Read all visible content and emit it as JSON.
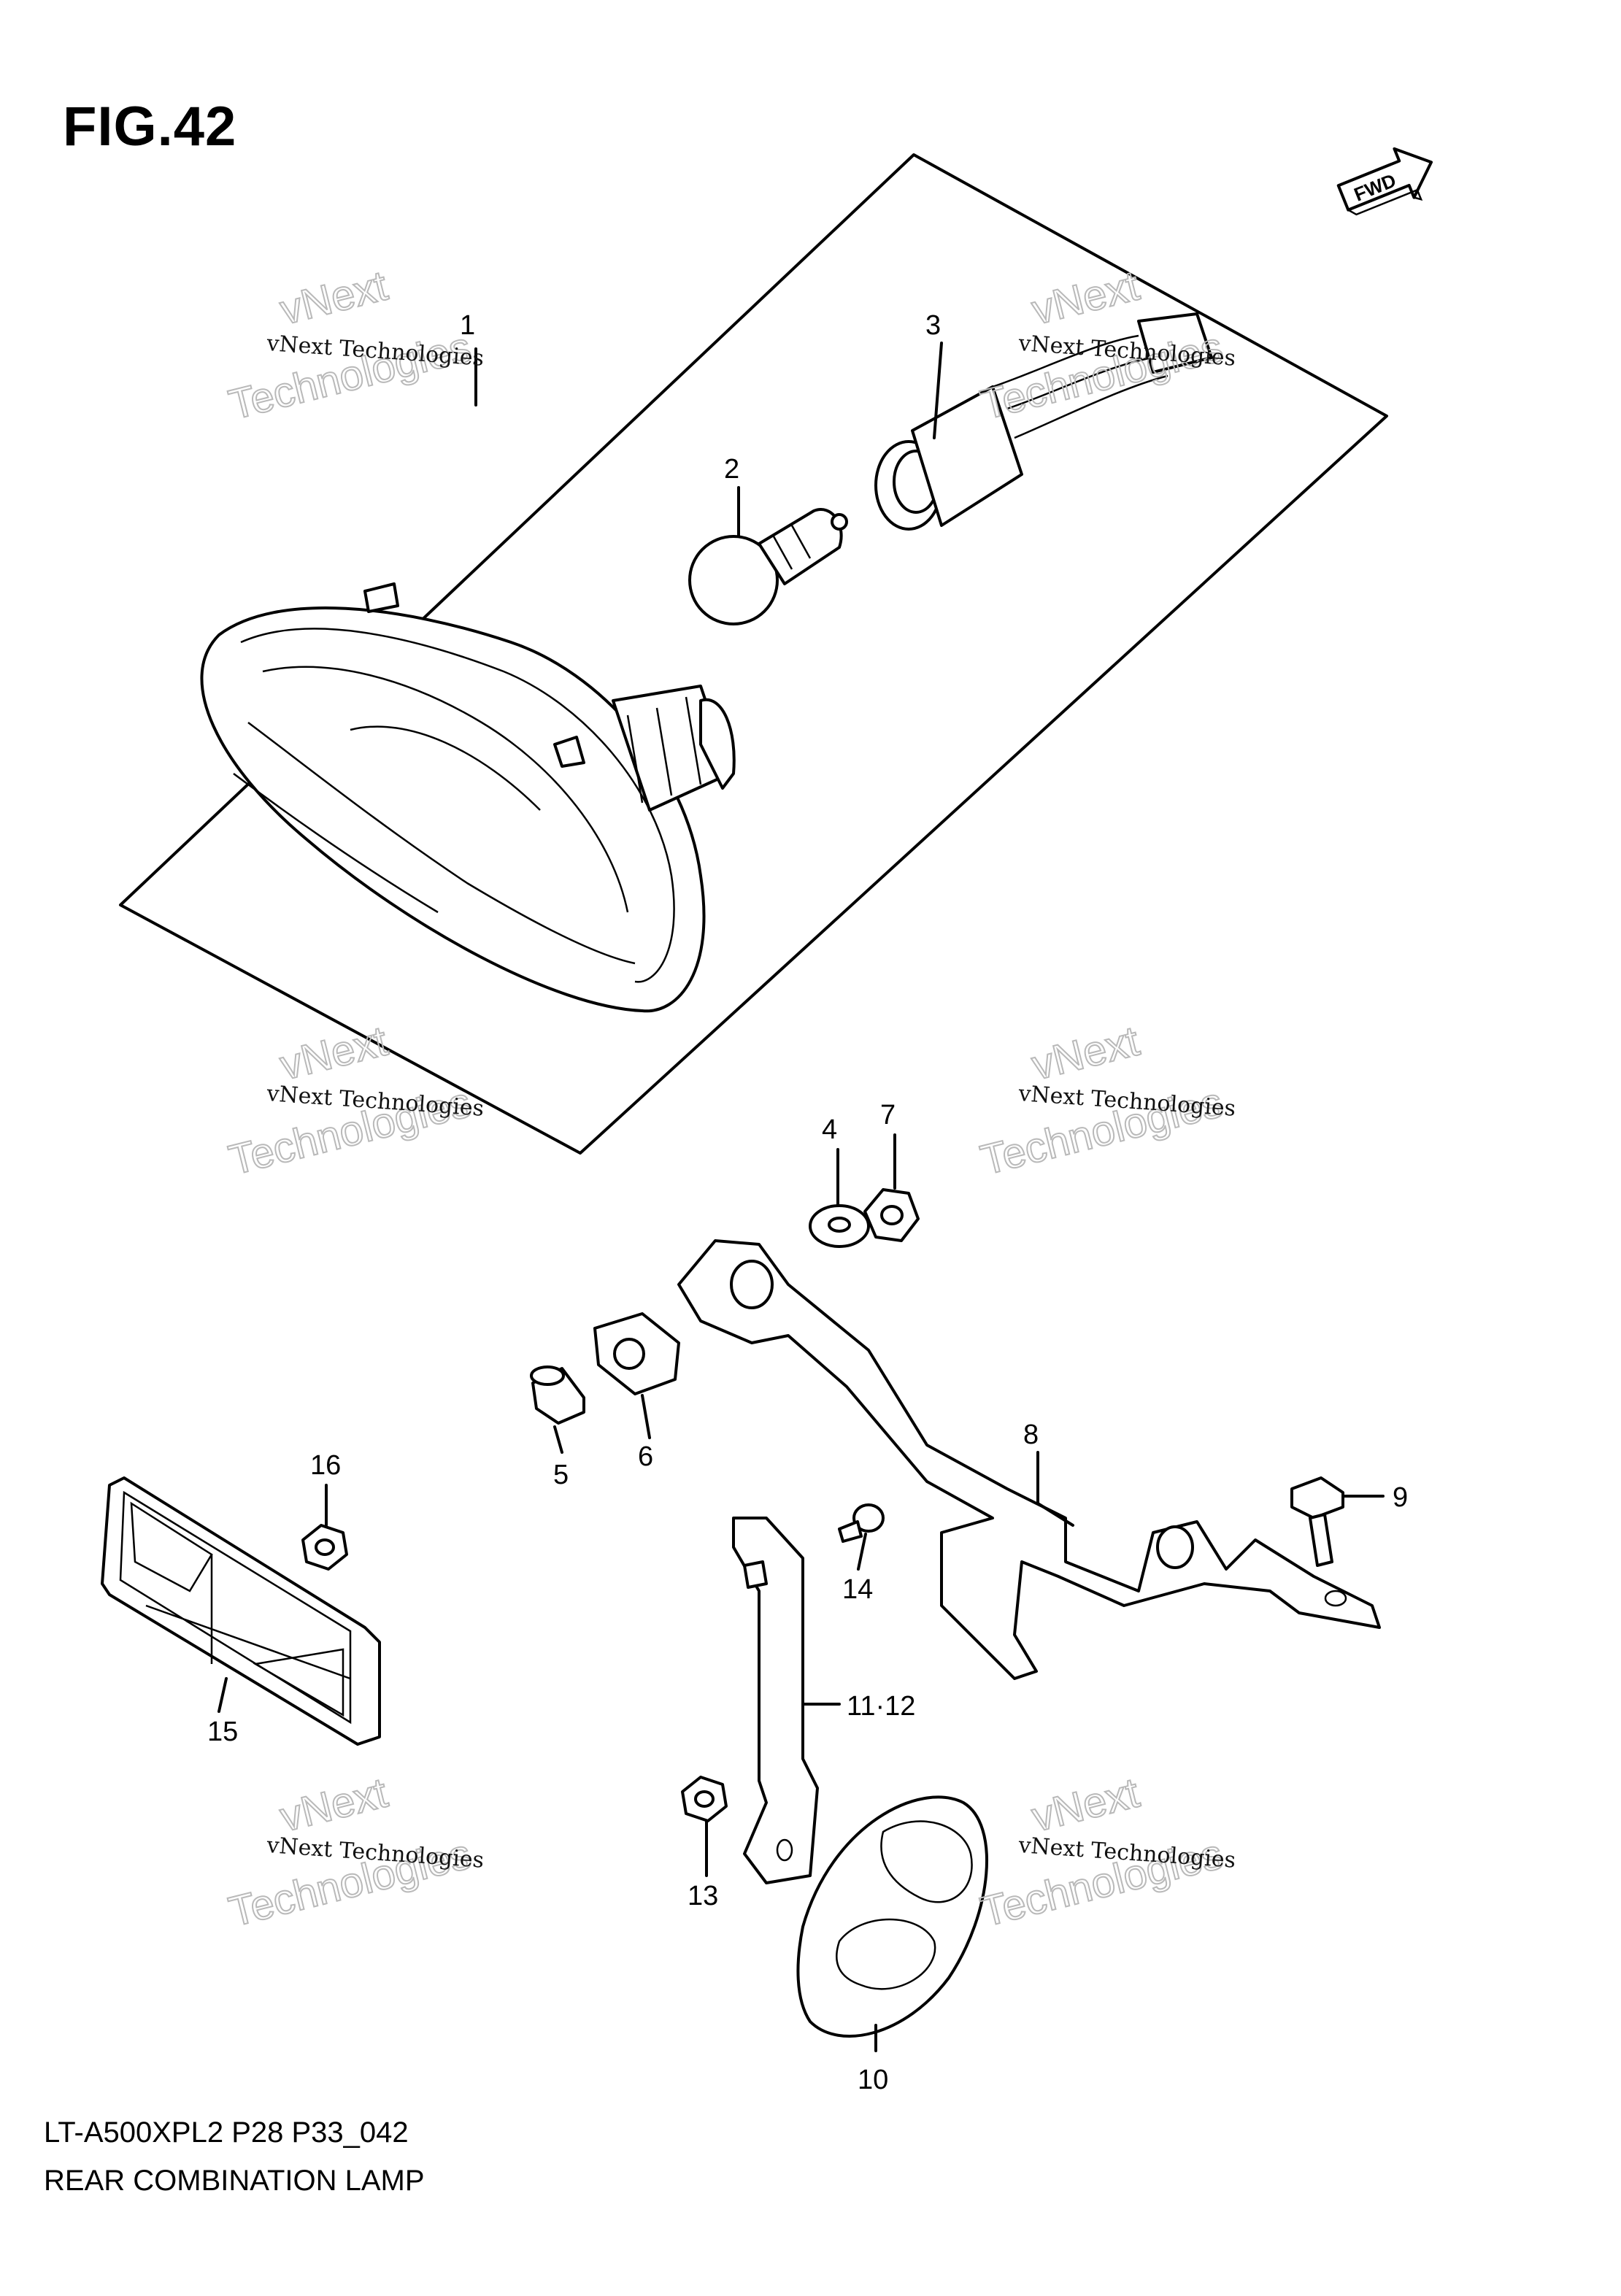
{
  "figure": {
    "title": "FIG.42",
    "fwd_label": "FWD",
    "footer_code": "LT-A500XPL2 P28 P33_042",
    "footer_name": "REAR COMBINATION LAMP"
  },
  "callouts": [
    {
      "id": "c1",
      "label": "1"
    },
    {
      "id": "c2",
      "label": "2"
    },
    {
      "id": "c3",
      "label": "3"
    },
    {
      "id": "c4",
      "label": "4"
    },
    {
      "id": "c5",
      "label": "5"
    },
    {
      "id": "c6",
      "label": "6"
    },
    {
      "id": "c7",
      "label": "7"
    },
    {
      "id": "c8",
      "label": "8"
    },
    {
      "id": "c9",
      "label": "9"
    },
    {
      "id": "c10",
      "label": "10"
    },
    {
      "id": "c11_12",
      "label": "11·12"
    },
    {
      "id": "c13",
      "label": "13"
    },
    {
      "id": "c14",
      "label": "14"
    },
    {
      "id": "c15",
      "label": "15"
    },
    {
      "id": "c16",
      "label": "16"
    }
  ],
  "watermark": {
    "small": "vNext Technologies",
    "big_top": "vNext",
    "big_bottom": "Technologies"
  },
  "icons": {
    "fwd": "fwd-arrow-icon"
  }
}
